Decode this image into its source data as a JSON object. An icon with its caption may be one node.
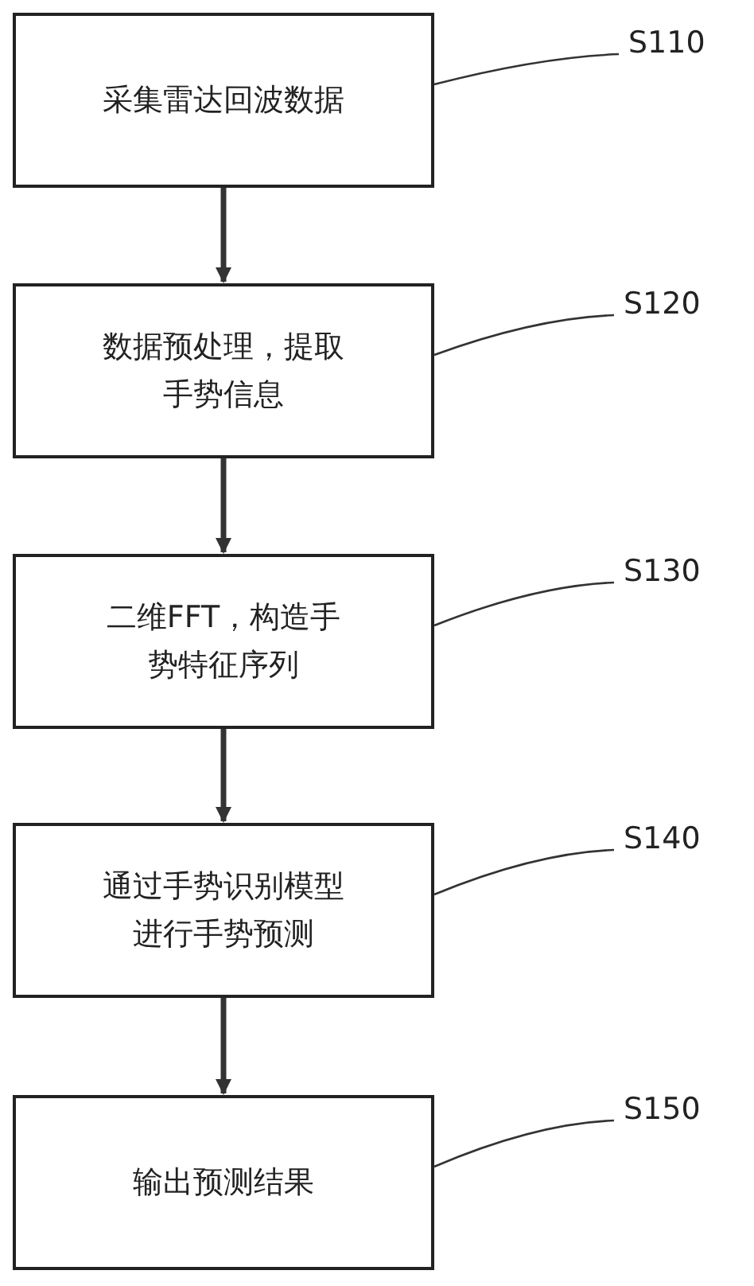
{
  "diagram": {
    "nodes": [
      {
        "text": [
          "采集雷达回波数据"
        ]
      },
      {
        "text": [
          "数据预处理，提取手势信息"
        ]
      },
      {
        "text": [
          "二维FFT，构造手势特征序列"
        ]
      },
      {
        "text": [
          "通过手势识别模型进行手势预测"
        ]
      },
      {
        "text": [
          "输出预测结果"
        ]
      },
      {
        "text": [
          "S110"
        ]
      },
      {
        "text": [
          "S120"
        ]
      },
      {
        "text": [
          "S130"
        ]
      },
      {
        "text": [
          "S140"
        ]
      },
      {
        "text": [
          "S150"
        ]
      }
    ],
    "edges": [
      {
        "from": 0,
        "to": 1,
        "arrow": "to",
        "style": "thick"
      },
      {
        "from": 1,
        "to": 2,
        "arrow": "to",
        "style": "thick"
      },
      {
        "from": 2,
        "to": 3,
        "arrow": "to",
        "style": "thick"
      },
      {
        "from": 3,
        "to": 4,
        "arrow": "to",
        "style": "thick"
      },
      {
        "from": 5,
        "to": 0,
        "arrow": "none"
      },
      {
        "from": 6,
        "to": 1,
        "arrow": "none"
      },
      {
        "from": 7,
        "to": 2,
        "arrow": "none"
      },
      {
        "from": 8,
        "to": 3,
        "arrow": "none"
      },
      {
        "from": 9,
        "to": 4,
        "arrow": "none"
      }
    ]
  }
}
